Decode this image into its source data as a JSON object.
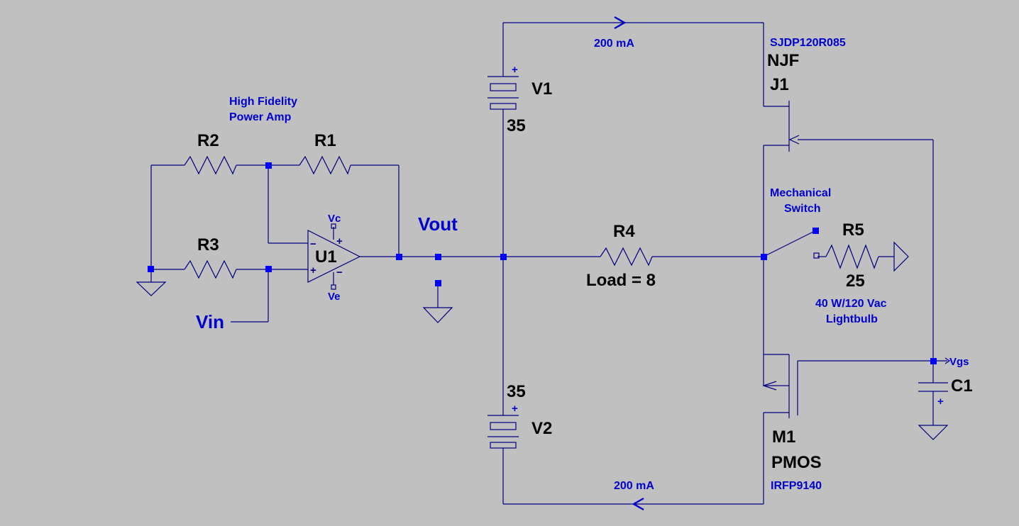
{
  "colors": {
    "background": "#c0c0c0",
    "wire": "#000080",
    "junction": "#0000ff",
    "annotation": "#0000cc",
    "component_label": "#000000"
  },
  "components": {
    "r1": {
      "name": "R1"
    },
    "r2": {
      "name": "R2"
    },
    "r3": {
      "name": "R3"
    },
    "r4": {
      "name": "R4",
      "value": "Load = 8"
    },
    "r5": {
      "name": "R5",
      "value": "25"
    },
    "u1": {
      "name": "U1",
      "pin_vc": "Vc",
      "pin_ve": "Ve"
    },
    "v1": {
      "name": "V1",
      "value": "35"
    },
    "v2": {
      "name": "V2",
      "value": "35"
    },
    "j1": {
      "part": "SJDP120R085",
      "type": "NJF",
      "name": "J1"
    },
    "m1": {
      "name": "M1",
      "type": "PMOS",
      "part": "IRFP9140"
    },
    "c1": {
      "name": "C1"
    }
  },
  "nets": {
    "vout": "Vout",
    "vin": "Vin",
    "vgs": "Vgs"
  },
  "annotations": {
    "amp_line1": "High Fidelity",
    "amp_line2": "Power Amp",
    "switch_line1": "Mechanical",
    "switch_line2": "Switch",
    "bulb_line1": "40 W/120 Vac",
    "bulb_line2": "Lightbulb",
    "current_top": "200 mA",
    "current_bottom": "200 mA"
  },
  "symbols": {
    "plus": "+",
    "minus": "−"
  }
}
